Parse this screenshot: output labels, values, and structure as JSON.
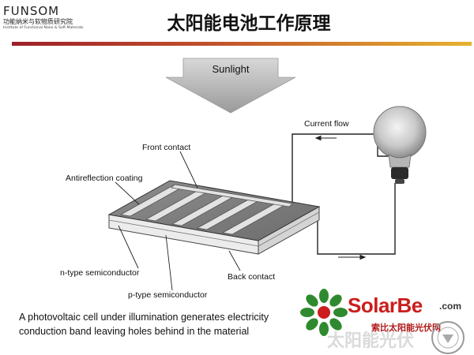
{
  "header": {
    "logo_word": "FUNSOM",
    "logo_cn": "功能纳米与软物质研究院",
    "logo_en": "Institute of Functional Nano & Soft Materials",
    "title": "太阳能电池工作原理"
  },
  "diagram": {
    "sunlight_label": "Sunlight",
    "current_flow_label": "Current flow",
    "front_contact_label": "Front contact",
    "antireflection_label": "Antireflection coating",
    "n_type_label": "n-type semiconductor",
    "back_contact_label": "Back contact",
    "p_type_label": "p-type semiconductor"
  },
  "caption": {
    "line1": "A photovoltaic cell under illumination generates electricity",
    "line2": "conduction band leaving holes behind in the material"
  },
  "watermark": {
    "brand": "SolarBe",
    "domain": ".com",
    "cn_name": "索比太阳能光伏网",
    "ghost_text": "太阳能光伏"
  },
  "colors": {
    "accent_red": "#9e1f2a",
    "accent_gold": "#e6b230",
    "brand_red": "#cc1d1d",
    "brand_green": "#2f8a2f"
  }
}
